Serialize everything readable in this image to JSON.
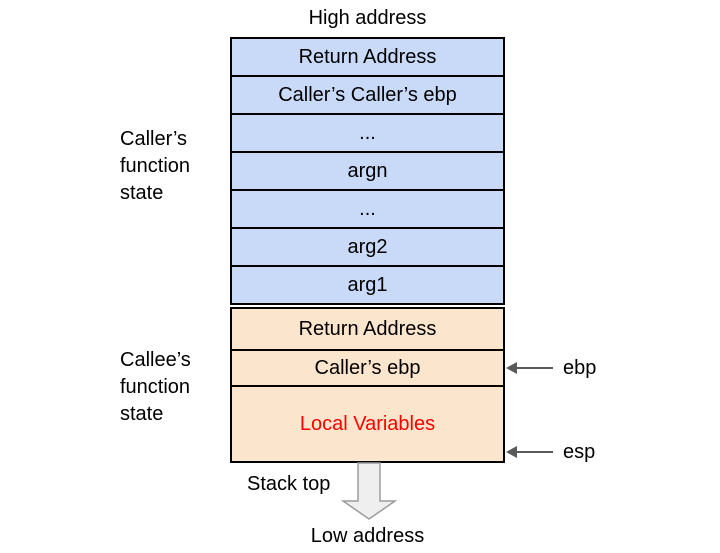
{
  "labels": {
    "high_address": "High address",
    "low_address": "Low address",
    "stack_top": "Stack top"
  },
  "caller_state": {
    "section_label": [
      "Caller’s",
      "function",
      "state"
    ],
    "rows": [
      "Return Address",
      "Caller’s Caller’s ebp",
      "...",
      "argn",
      "...",
      "arg2",
      "arg1"
    ]
  },
  "callee_state": {
    "section_label": [
      "Callee’s",
      "function",
      "state"
    ],
    "rows": [
      "Return Address",
      "Caller’s ebp",
      "Local Variables"
    ]
  },
  "registers": {
    "ebp": "ebp",
    "esp": "esp"
  },
  "colors": {
    "caller_fill": "#c9daf8",
    "callee_fill": "#fce5cd",
    "box_border": "#000000",
    "local_variables_text": "#ff0000",
    "register_arrow": "#595959",
    "growth_arrow_fill": "#efefef",
    "growth_arrow_stroke": "#9b9b9b"
  }
}
